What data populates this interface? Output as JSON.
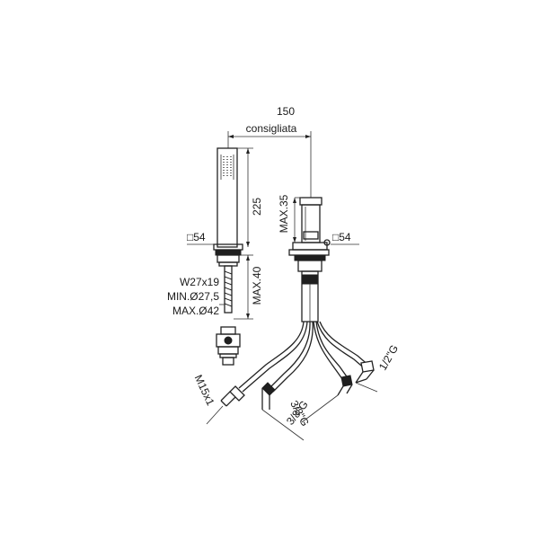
{
  "drawing": {
    "dim_width_value": "150",
    "dim_width_note": "consigliata",
    "dim_hand_shower_height": "225",
    "dim_spout_height": "MAX.35",
    "dim_hand_base_square": "□54",
    "dim_spout_base_square": "□54",
    "dim_max_40": "MAX.40",
    "hole_w": "W27x19",
    "hole_min": "MIN.Ø27,5",
    "hole_max": "MAX.Ø42",
    "thread_m15": "M15x1",
    "thread_38_a": "3/8\"G",
    "thread_38_b": "3/8\"G",
    "thread_12": "1/2\"G"
  }
}
